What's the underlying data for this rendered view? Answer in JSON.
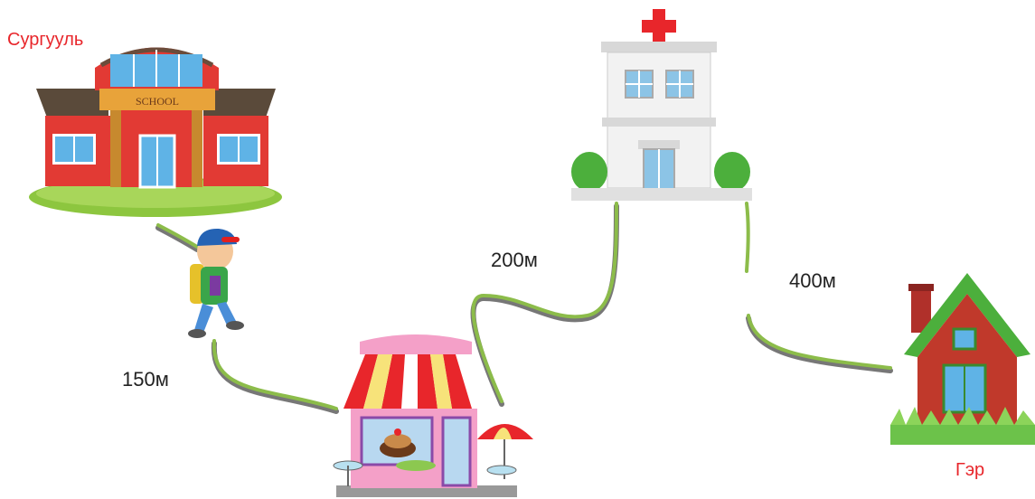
{
  "places": {
    "school": {
      "label": "Сургууль",
      "sign": "SCHOOL"
    },
    "home": {
      "label": "Гэр"
    },
    "hospital": {},
    "shop": {}
  },
  "distances": {
    "school_to_shop": "150м",
    "shop_to_hospital": "200м",
    "hospital_to_home": "400м"
  },
  "colors": {
    "label_red": "#e8262b",
    "path_green": "#8cbc4a",
    "path_shadow": "#777777",
    "text_dark": "#222222"
  },
  "icons": [
    "school-building-icon",
    "boy-walking-icon",
    "shop-icon",
    "hospital-icon",
    "house-icon"
  ]
}
